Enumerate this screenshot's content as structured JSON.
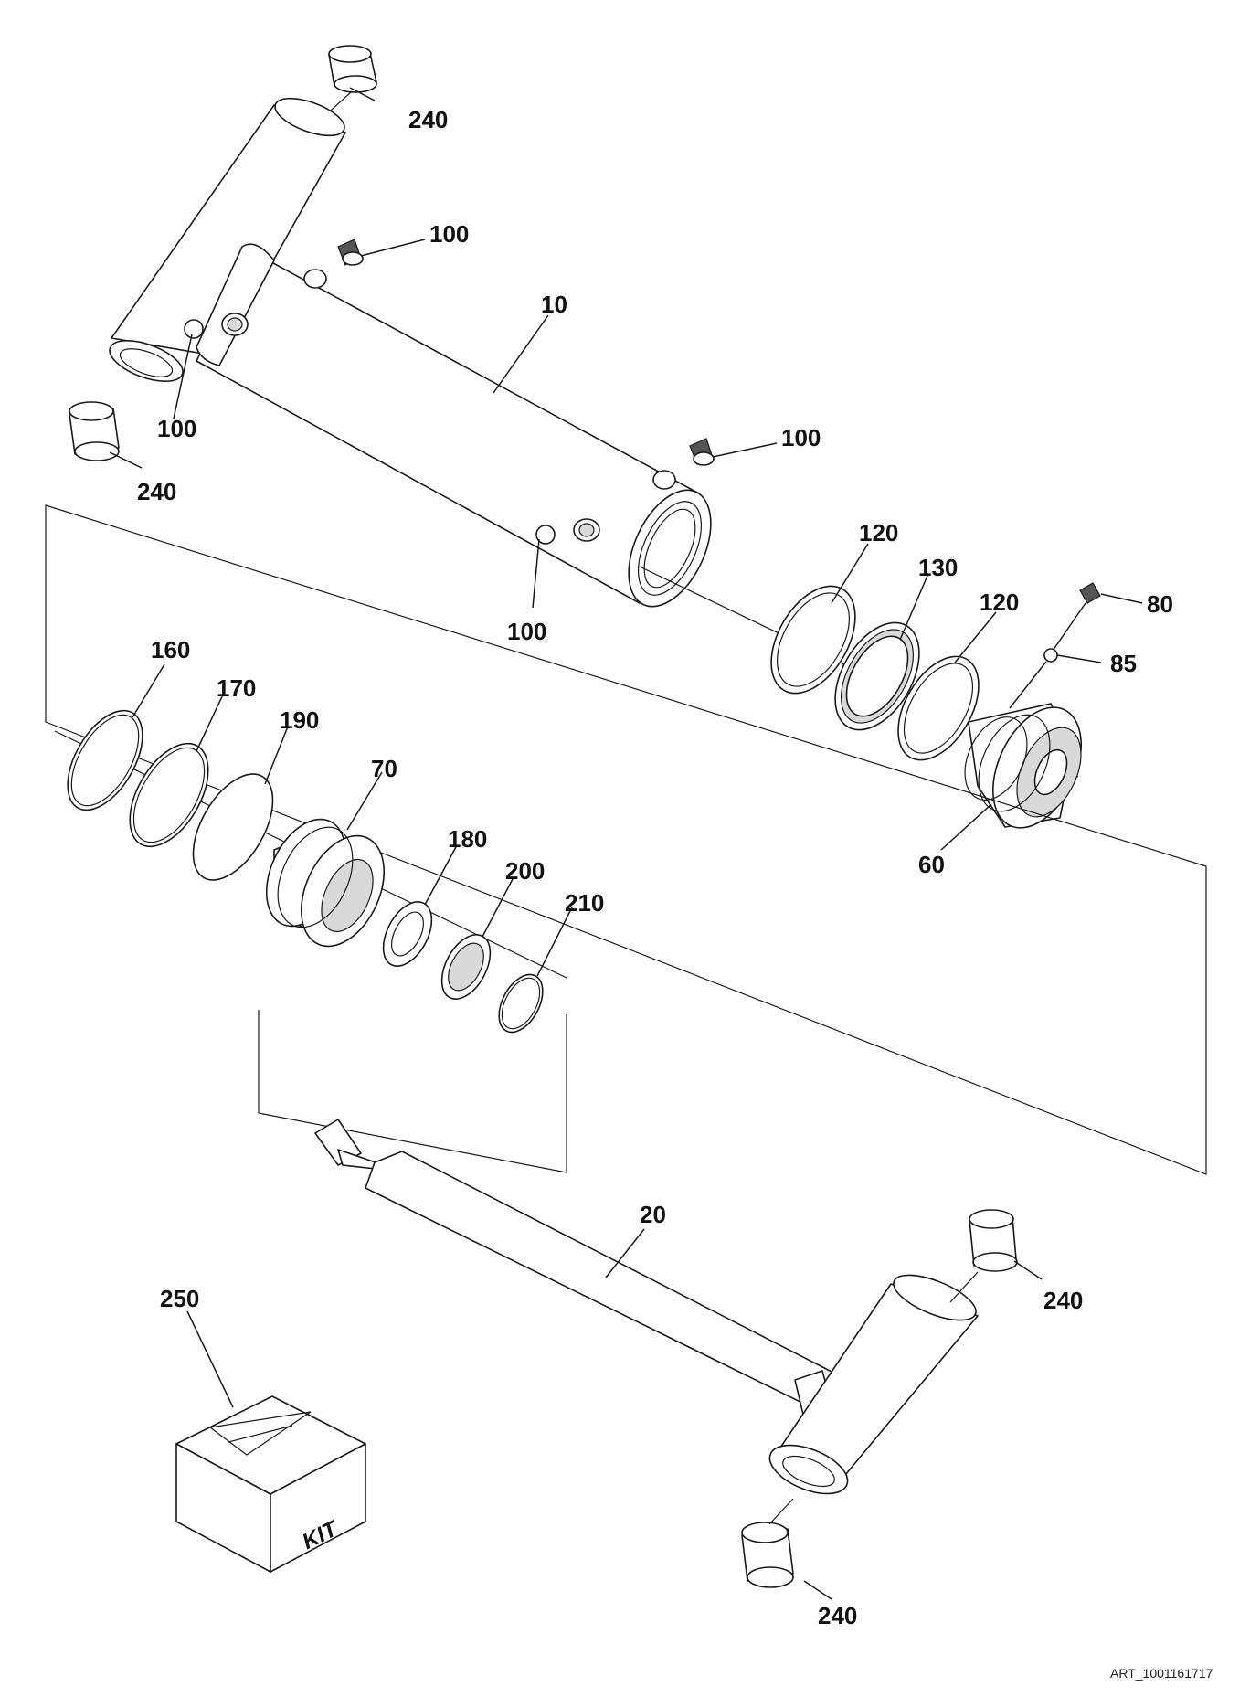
{
  "diagram": {
    "callouts": {
      "c10": "10",
      "c20": "20",
      "c60": "60",
      "c70": "70",
      "c80": "80",
      "c85": "85",
      "c100a": "100",
      "c100b": "100",
      "c100c": "100",
      "c100d": "100",
      "c120a": "120",
      "c120b": "120",
      "c130": "130",
      "c160": "160",
      "c170": "170",
      "c180": "180",
      "c190": "190",
      "c200": "200",
      "c210": "210",
      "c240a": "240",
      "c240b": "240",
      "c240c": "240",
      "c240d": "240",
      "c250": "250"
    },
    "kit_label": "KIT",
    "art_number": "ART_1001161717"
  }
}
